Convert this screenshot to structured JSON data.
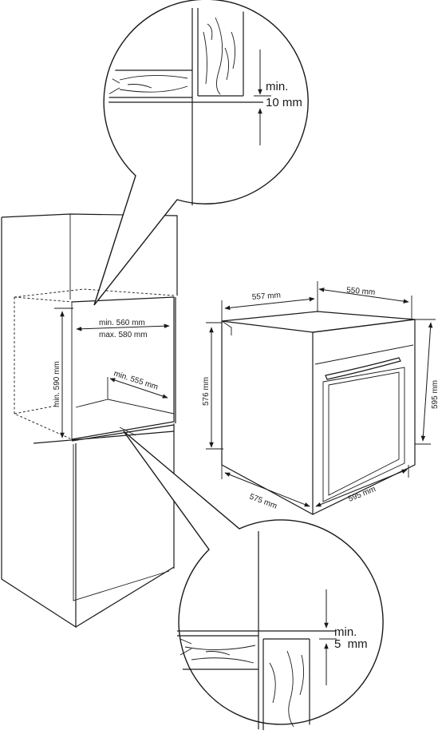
{
  "cabinet": {
    "width_label": "min. 560 mm",
    "width_max_label": "max. 580 mm",
    "height_label": "min. 590 mm",
    "depth_label": "min. 555 mm"
  },
  "oven": {
    "top_depth_label": "557 mm",
    "top_width_label": "550 mm",
    "body_height_label": "576 mm",
    "front_height_label": "595 mm",
    "bottom_depth_label": "575 mm",
    "bottom_width_label": "595 mm"
  },
  "detail_top": {
    "gap_label_line1": "min.",
    "gap_label_line2": "10 mm"
  },
  "detail_bottom": {
    "gap_label_line1": "min.",
    "gap_label_line2": "5  mm"
  }
}
